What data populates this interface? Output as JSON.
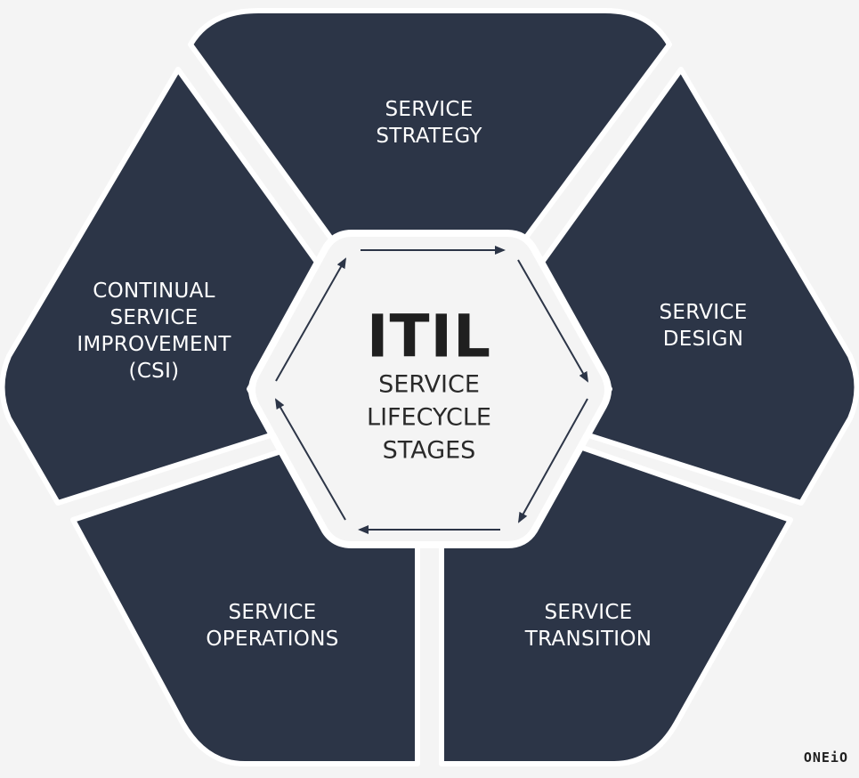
{
  "colors": {
    "segment": "#2c3547",
    "background": "#f4f4f4",
    "core": "#f4f4f4",
    "text_light": "#ffffff",
    "text_dark": "#1f1f1f"
  },
  "center": {
    "title": "ITIL",
    "subtitle_lines": [
      "SERVICE",
      "LIFECYCLE",
      "STAGES"
    ]
  },
  "stages": [
    {
      "id": "strategy",
      "lines": [
        "SERVICE",
        "STRATEGY"
      ]
    },
    {
      "id": "design",
      "lines": [
        "SERVICE",
        "DESIGN"
      ]
    },
    {
      "id": "transition",
      "lines": [
        "SERVICE",
        "TRANSITION"
      ]
    },
    {
      "id": "operations",
      "lines": [
        "SERVICE",
        "OPERATIONS"
      ]
    },
    {
      "id": "csi",
      "lines": [
        "CONTINUAL",
        "SERVICE",
        "IMPROVEMENT",
        "(CSI)"
      ]
    }
  ],
  "logo": "ONEiO"
}
